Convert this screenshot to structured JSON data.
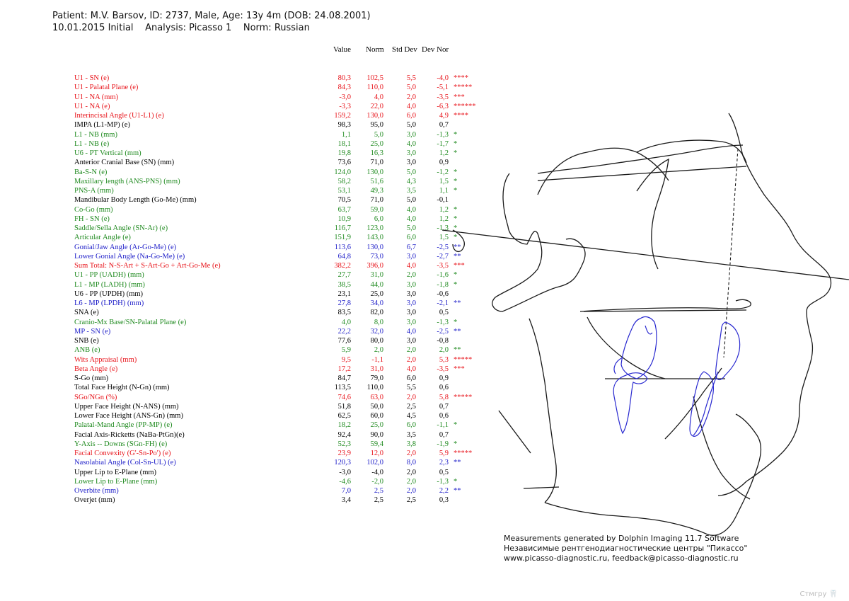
{
  "header": {
    "line1": "Patient: M.V. Barsov, ID: 2737, Male, Age: 13y 4m (DOB: 24.08.2001)",
    "line2": "10.01.2015 Initial    Analysis: Picasso 1    Norm: Russian"
  },
  "columns": {
    "value": "Value",
    "norm": "Norm",
    "std": "Std Dev",
    "dev": "Dev Nor"
  },
  "colors": {
    "red": "#e8141b",
    "green": "#1f8a1f",
    "blue": "#1c1cc8",
    "black": "#000000",
    "tracing_black": "#1a1a1a",
    "tracing_blue": "#2a2ad0"
  },
  "rows": [
    {
      "name": "U1 - SN (e)",
      "value": "80,3",
      "norm": "102,5",
      "std": "5,5",
      "dev": "-4,0",
      "stars": "****",
      "color": "red"
    },
    {
      "name": "U1 - Palatal Plane (e)",
      "value": "84,3",
      "norm": "110,0",
      "std": "5,0",
      "dev": "-5,1",
      "stars": "*****",
      "color": "red"
    },
    {
      "name": "U1 - NA (mm)",
      "value": "-3,0",
      "norm": "4,0",
      "std": "2,0",
      "dev": "-3,5",
      "stars": "***",
      "color": "red"
    },
    {
      "name": "U1 - NA (e)",
      "value": "-3,3",
      "norm": "22,0",
      "std": "4,0",
      "dev": "-6,3",
      "stars": "******",
      "color": "red"
    },
    {
      "name": "Interincisal Angle (U1-L1) (e)",
      "value": "159,2",
      "norm": "130,0",
      "std": "6,0",
      "dev": "4,9",
      "stars": "****",
      "color": "red"
    },
    {
      "name": "IMPA (L1-MP) (e)",
      "value": "98,3",
      "norm": "95,0",
      "std": "5,0",
      "dev": "0,7",
      "stars": "",
      "color": "black"
    },
    {
      "name": "L1 - NB (mm)",
      "value": "1,1",
      "norm": "5,0",
      "std": "3,0",
      "dev": "-1,3",
      "stars": "*",
      "color": "green"
    },
    {
      "name": "L1 - NB (e)",
      "value": "18,1",
      "norm": "25,0",
      "std": "4,0",
      "dev": "-1,7",
      "stars": "*",
      "color": "green"
    },
    {
      "name": "U6 - PT Vertical (mm)",
      "value": "19,8",
      "norm": "16,3",
      "std": "3,0",
      "dev": "1,2",
      "stars": "*",
      "color": "green"
    },
    {
      "name": "Anterior Cranial Base (SN) (mm)",
      "value": "73,6",
      "norm": "71,0",
      "std": "3,0",
      "dev": "0,9",
      "stars": "",
      "color": "black"
    },
    {
      "name": "Ba-S-N (e)",
      "value": "124,0",
      "norm": "130,0",
      "std": "5,0",
      "dev": "-1,2",
      "stars": "*",
      "color": "green"
    },
    {
      "name": "Maxillary length (ANS-PNS) (mm)",
      "value": "58,2",
      "norm": "51,6",
      "std": "4,3",
      "dev": "1,5",
      "stars": "*",
      "color": "green"
    },
    {
      "name": "PNS-A (mm)",
      "value": "53,1",
      "norm": "49,3",
      "std": "3,5",
      "dev": "1,1",
      "stars": "*",
      "color": "green"
    },
    {
      "name": "Mandibular Body Length (Go-Me) (mm)",
      "value": "70,5",
      "norm": "71,0",
      "std": "5,0",
      "dev": "-0,1",
      "stars": "",
      "color": "black"
    },
    {
      "name": "Co-Go (mm)",
      "value": "63,7",
      "norm": "59,0",
      "std": "4,0",
      "dev": "1,2",
      "stars": "*",
      "color": "green"
    },
    {
      "name": "FH - SN (e)",
      "value": "10,9",
      "norm": "6,0",
      "std": "4,0",
      "dev": "1,2",
      "stars": "*",
      "color": "green"
    },
    {
      "name": "Saddle/Sella Angle (SN-Ar) (e)",
      "value": "116,7",
      "norm": "123,0",
      "std": "5,0",
      "dev": "-1,3",
      "stars": "*",
      "color": "green"
    },
    {
      "name": "Articular Angle (e)",
      "value": "151,9",
      "norm": "143,0",
      "std": "6,0",
      "dev": "1,5",
      "stars": "*",
      "color": "green"
    },
    {
      "name": "Gonial/Jaw Angle (Ar-Go-Me) (e)",
      "value": "113,6",
      "norm": "130,0",
      "std": "6,7",
      "dev": "-2,5",
      "stars": "**",
      "color": "blue"
    },
    {
      "name": " Lower Gonial Angle (Na-Go-Me) (e)",
      "value": "64,8",
      "norm": "73,0",
      "std": "3,0",
      "dev": "-2,7",
      "stars": "**",
      "color": "blue"
    },
    {
      "name": "Sum Total: N-S-Art + S-Art-Go + Art-Go-Me (e)",
      "value": "382,2",
      "norm": "396,0",
      "std": "4,0",
      "dev": "-3,5",
      "stars": "***",
      "color": "red"
    },
    {
      "name": "U1 - PP (UADH) (mm)",
      "value": "27,7",
      "norm": "31,0",
      "std": "2,0",
      "dev": "-1,6",
      "stars": "*",
      "color": "green"
    },
    {
      "name": "L1 - MP (LADH) (mm)",
      "value": "38,5",
      "norm": "44,0",
      "std": "3,0",
      "dev": "-1,8",
      "stars": "*",
      "color": "green"
    },
    {
      "name": "U6 - PP (UPDH) (mm)",
      "value": "23,1",
      "norm": "25,0",
      "std": "3,0",
      "dev": "-0,6",
      "stars": "",
      "color": "black"
    },
    {
      "name": "L6 - MP (LPDH) (mm)",
      "value": "27,8",
      "norm": "34,0",
      "std": "3,0",
      "dev": "-2,1",
      "stars": "**",
      "color": "blue"
    },
    {
      "name": "SNA (e)",
      "value": "83,5",
      "norm": "82,0",
      "std": "3,0",
      "dev": "0,5",
      "stars": "",
      "color": "black"
    },
    {
      "name": "Cranio-Mx Base/SN-Palatal Plane (e)",
      "value": "4,0",
      "norm": "8,0",
      "std": "3,0",
      "dev": "-1,3",
      "stars": "*",
      "color": "green"
    },
    {
      "name": "MP - SN (e)",
      "value": "22,2",
      "norm": "32,0",
      "std": "4,0",
      "dev": "-2,5",
      "stars": "**",
      "color": "blue"
    },
    {
      "name": "SNB (e)",
      "value": "77,6",
      "norm": "80,0",
      "std": "3,0",
      "dev": "-0,8",
      "stars": "",
      "color": "black"
    },
    {
      "name": "ANB (e)",
      "value": "5,9",
      "norm": "2,0",
      "std": "2,0",
      "dev": "2,0",
      "stars": "**",
      "color": "green"
    },
    {
      "name": "Wits Appraisal (mm)",
      "value": "9,5",
      "norm": "-1,1",
      "std": "2,0",
      "dev": "5,3",
      "stars": "*****",
      "color": "red"
    },
    {
      "name": "Beta Angle (e)",
      "value": "17,2",
      "norm": "31,0",
      "std": "4,0",
      "dev": "-3,5",
      "stars": "***",
      "color": "red"
    },
    {
      "name": "S-Go (mm)",
      "value": "84,7",
      "norm": "79,0",
      "std": "6,0",
      "dev": "0,9",
      "stars": "",
      "color": "black"
    },
    {
      "name": "Total Face Height (N-Gn) (mm)",
      "value": "113,5",
      "norm": "110,0",
      "std": "5,5",
      "dev": "0,6",
      "stars": "",
      "color": "black"
    },
    {
      "name": "SGo/NGn (%)",
      "value": "74,6",
      "norm": "63,0",
      "std": "2,0",
      "dev": "5,8",
      "stars": "*****",
      "color": "red"
    },
    {
      "name": "Upper Face Height (N-ANS) (mm)",
      "value": "51,8",
      "norm": "50,0",
      "std": "2,5",
      "dev": "0,7",
      "stars": "",
      "color": "black"
    },
    {
      "name": "Lower Face Height (ANS-Gn) (mm)",
      "value": "62,5",
      "norm": "60,0",
      "std": "4,5",
      "dev": "0,6",
      "stars": "",
      "color": "black"
    },
    {
      "name": "Palatal-Mand Angle (PP-MP) (e)",
      "value": "18,2",
      "norm": "25,0",
      "std": "6,0",
      "dev": "-1,1",
      "stars": "*",
      "color": "green"
    },
    {
      "name": "Facial Axis-Ricketts (NaBa-PtGn)(e)",
      "value": "92,4",
      "norm": "90,0",
      "std": "3,5",
      "dev": "0,7",
      "stars": "",
      "color": "black"
    },
    {
      "name": "Y-Axis -- Downs (SGn-FH) (e)",
      "value": "52,3",
      "norm": "59,4",
      "std": "3,8",
      "dev": "-1,9",
      "stars": "*",
      "color": "green"
    },
    {
      "name": "Facial Convexity (G'-Sn-Po') (e)",
      "value": "23,9",
      "norm": "12,0",
      "std": "2,0",
      "dev": "5,9",
      "stars": "*****",
      "color": "red"
    },
    {
      "name": "Nasolabial Angle (Col-Sn-UL) (e)",
      "value": "120,3",
      "norm": "102,0",
      "std": "8,0",
      "dev": "2,3",
      "stars": "**",
      "color": "blue"
    },
    {
      "name": "Upper Lip to E-Plane (mm)",
      "value": "-3,0",
      "norm": "-4,0",
      "std": "2,0",
      "dev": "0,5",
      "stars": "",
      "color": "black"
    },
    {
      "name": "Lower Lip to E-Plane (mm)",
      "value": "-4,6",
      "norm": "-2,0",
      "std": "2,0",
      "dev": "-1,3",
      "stars": "*",
      "color": "green"
    },
    {
      "name": "Overbite (mm)",
      "value": "7,0",
      "norm": "2,5",
      "std": "2,0",
      "dev": "2,2",
      "stars": "**",
      "color": "blue"
    },
    {
      "name": "Overjet (mm)",
      "value": "3,4",
      "norm": "2,5",
      "std": "2,5",
      "dev": "0,3",
      "stars": "",
      "color": "black"
    }
  ],
  "footer": {
    "line1": "Measurements generated by Dolphin Imaging 11.7 Software",
    "line2": "Независимые рентгенодиагностические центры \"Пикассо\"",
    "line3": "www.picasso-diagnostic.ru, feedback@picasso-diagnostic.ru"
  },
  "logo": {
    "text": "Стмгру",
    "icon": "tooth-icon"
  }
}
